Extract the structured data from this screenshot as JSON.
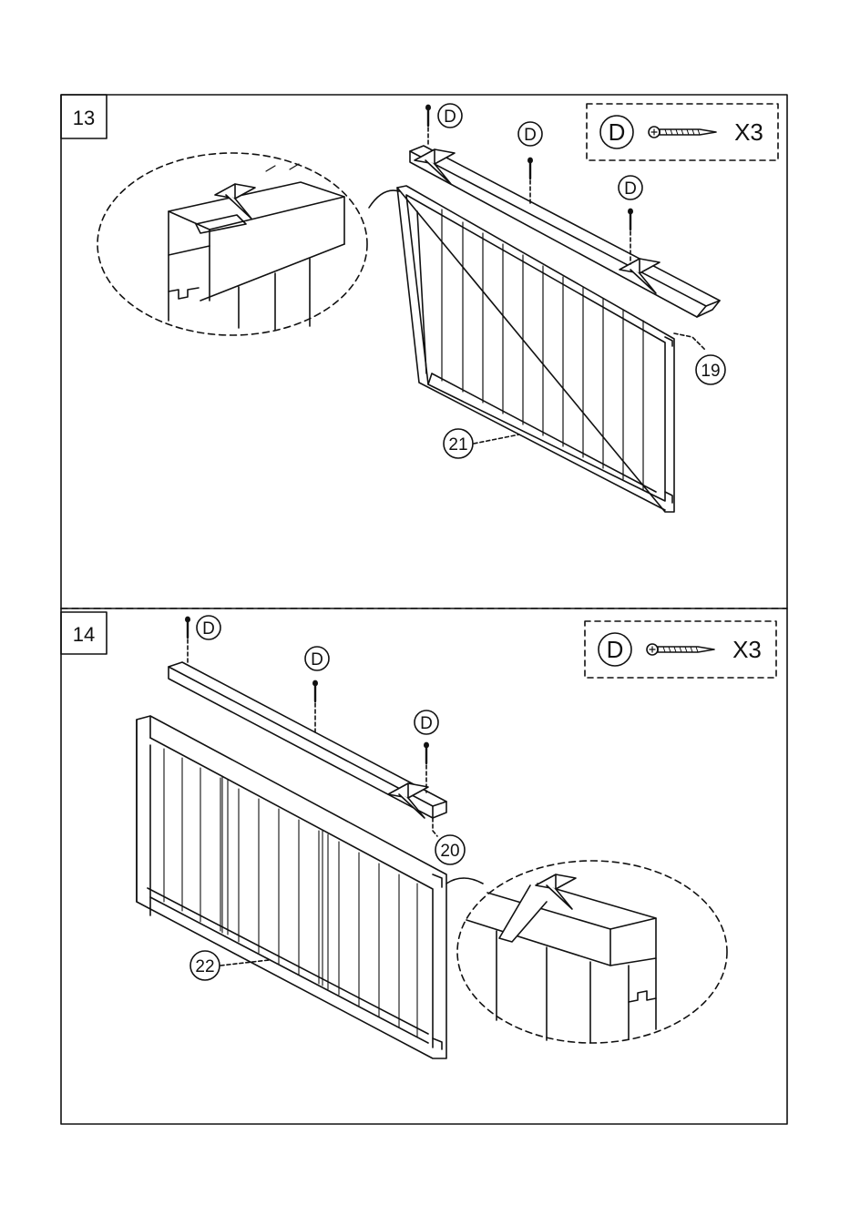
{
  "steps": [
    {
      "number": "13",
      "hardware_box": {
        "letter": "D",
        "quantity": "X3",
        "icon": "screw-icon"
      },
      "screw_labels": [
        "D",
        "D",
        "D"
      ],
      "part_labels": {
        "rail": "19",
        "panel": "21"
      }
    },
    {
      "number": "14",
      "hardware_box": {
        "letter": "D",
        "quantity": "X3",
        "icon": "screw-icon"
      },
      "screw_labels": [
        "D",
        "D",
        "D"
      ],
      "part_labels": {
        "rail": "20",
        "panel": "22"
      }
    }
  ],
  "colors": {
    "line": "#111111",
    "background": "#ffffff"
  }
}
